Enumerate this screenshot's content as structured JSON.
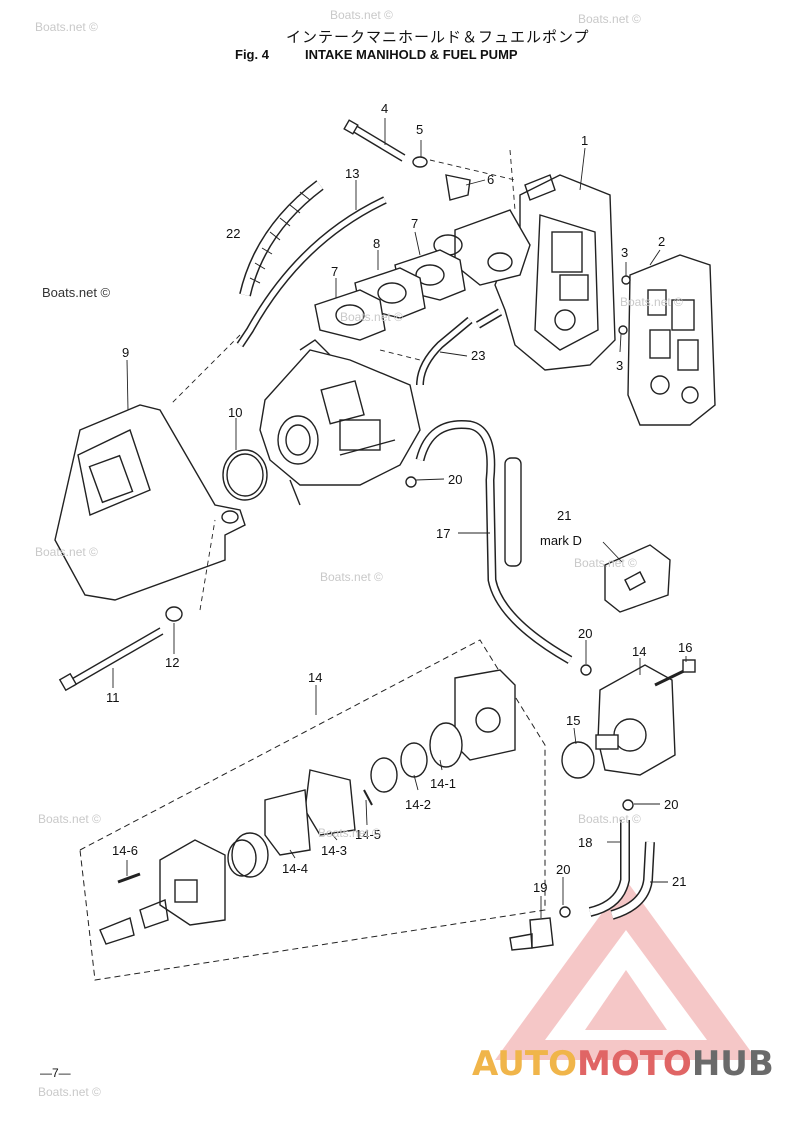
{
  "header": {
    "japanese_title": "インテークマニホールド＆フュエルポンプ",
    "fig_label": "Fig. 4",
    "title": "INTAKE MANIHOLD & FUEL PUMP"
  },
  "callouts": {
    "c1": "1",
    "c2": "2",
    "c3a": "3",
    "c3b": "3",
    "c4": "4",
    "c5": "5",
    "c6": "6",
    "c7a": "7",
    "c7b": "7",
    "c8": "8",
    "c9": "9",
    "c10": "10",
    "c11": "11",
    "c12": "12",
    "c13": "13",
    "c14a": "14",
    "c14b": "14",
    "c14_1": "14-1",
    "c14_2": "14-2",
    "c14_3": "14-3",
    "c14_4": "14-4",
    "c14_5": "14-5",
    "c14_6": "14-6",
    "c15": "15",
    "c16": "16",
    "c17": "17",
    "c18": "18",
    "c19": "19",
    "c20a": "20",
    "c20b": "20",
    "c20c": "20",
    "c20d": "20",
    "c21a": "21",
    "c21b": "21",
    "c22": "22",
    "c23": "23",
    "mark_d": "mark D"
  },
  "watermarks": {
    "w1": "Boats.net ©",
    "w2": "Boats.net ©",
    "w3": "Boats.net ©",
    "w4": "Boats.net ©",
    "w5": "Boats.net ©",
    "w6": "Boats.net ©",
    "w7": "Boats.net ©",
    "w8": "Boats.net ©",
    "w9": "Boats.net ©",
    "w10": "Boats.net ©",
    "w11": "Boats.net ©",
    "w12": "Boats.net ©",
    "w_dark": "Boats.net ©"
  },
  "page_number": "—7—",
  "logo": {
    "part1": "AUTO",
    "part2": "MOTO",
    "part3": "HUB"
  },
  "colors": {
    "logo_red": "#e06565",
    "logo_orange": "#f0b54a",
    "logo_gray": "#6a6a6a",
    "line": "#222222"
  }
}
